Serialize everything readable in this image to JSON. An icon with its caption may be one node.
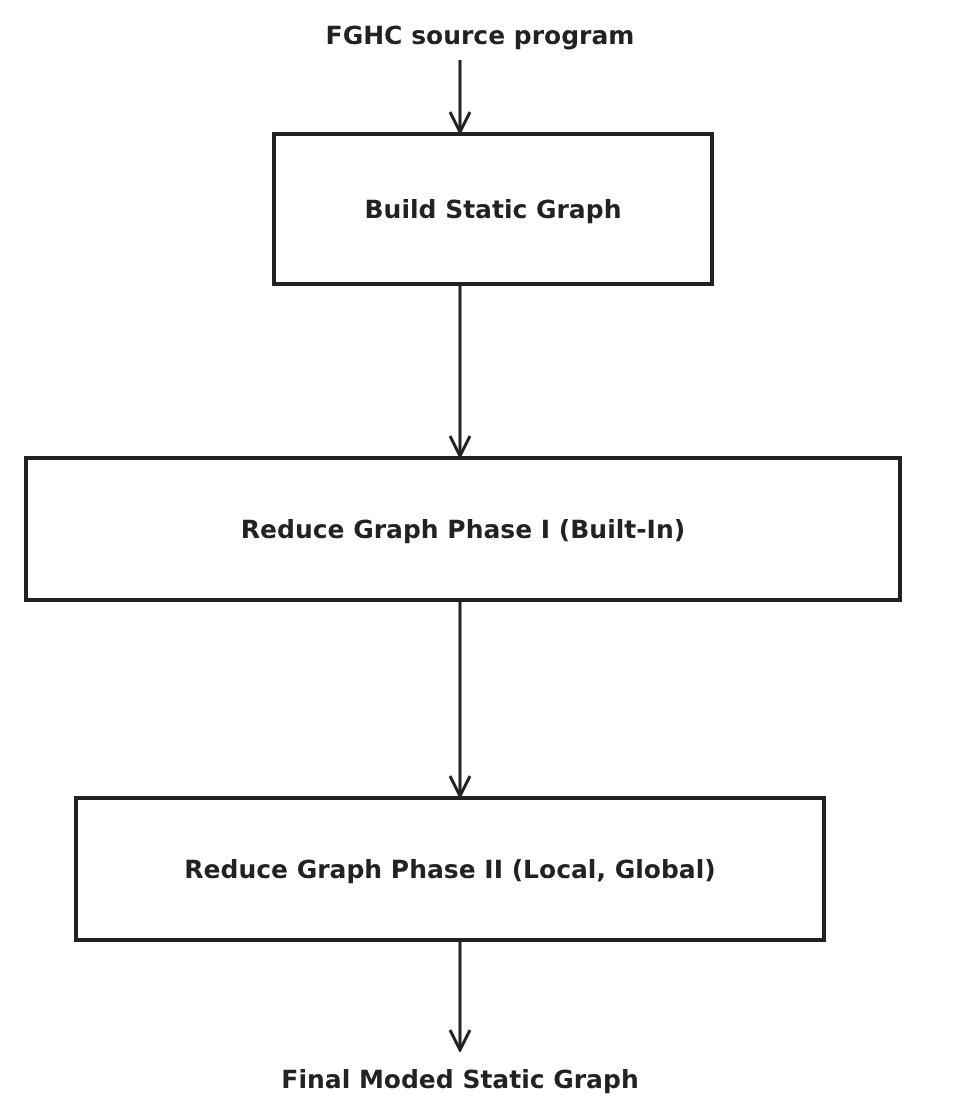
{
  "diagram": {
    "nodes": [
      {
        "text": [
          "FGHC source program"
        ]
      },
      {
        "text": [
          "Build Static Graph"
        ]
      },
      {
        "text": [
          "Reduce Graph Phase I (Built-In)"
        ]
      },
      {
        "text": [
          "Reduce Graph Phase II (Local, Global)"
        ]
      },
      {
        "text": [
          "Final Moded Static Graph"
        ]
      }
    ],
    "edges": [
      {
        "from": 0,
        "to": 1,
        "arrow": "to"
      },
      {
        "from": 1,
        "to": 2,
        "arrow": "to"
      },
      {
        "from": 2,
        "to": 3,
        "arrow": "to"
      },
      {
        "from": 3,
        "to": 4,
        "arrow": "to"
      }
    ]
  }
}
